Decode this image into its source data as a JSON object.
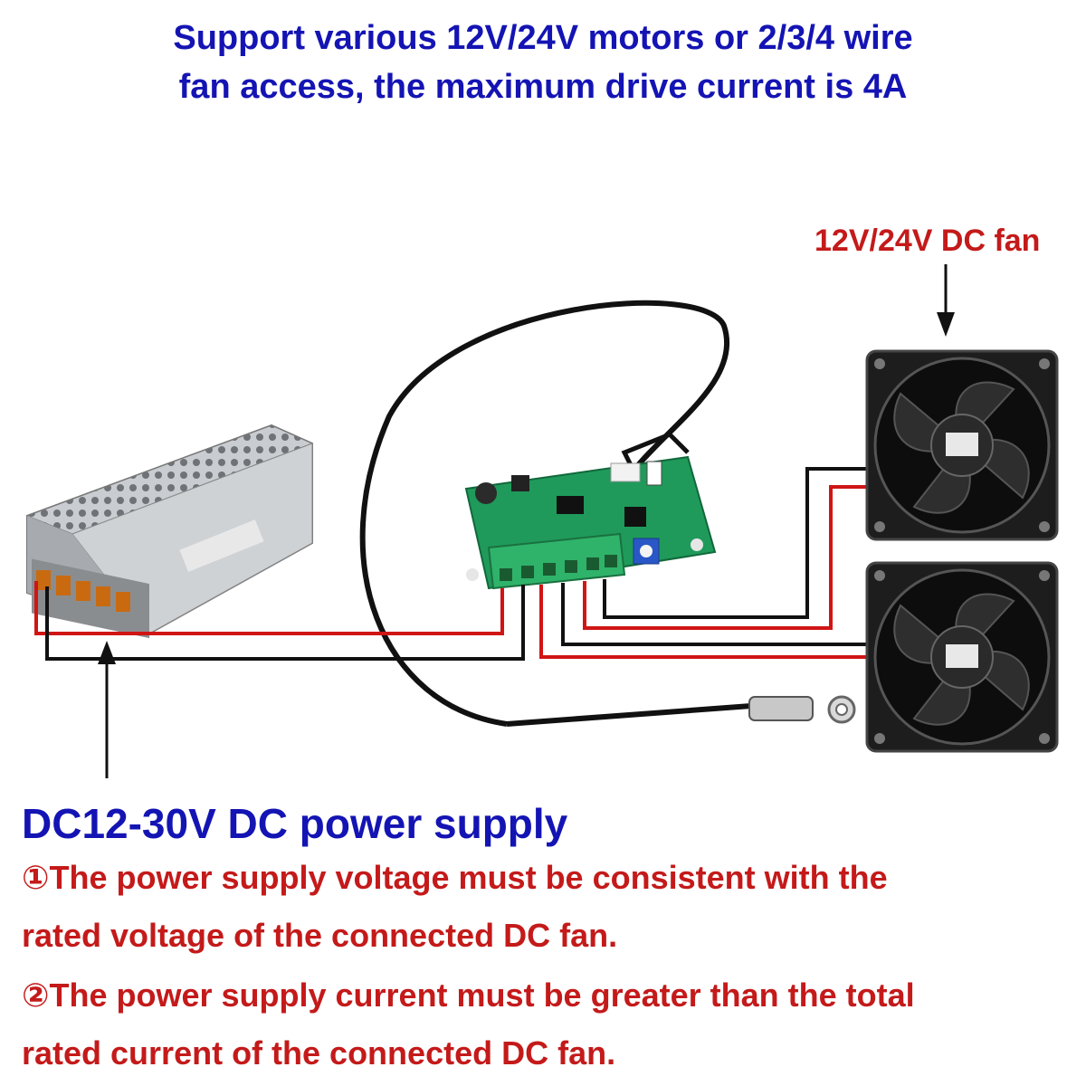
{
  "header": {
    "line1": "Support various 12V/24V motors or 2/3/4 wire",
    "line2": "fan access, the maximum drive current is 4A"
  },
  "labels": {
    "fan": "12V/24V DC fan",
    "power_supply": "DC12-30V DC power supply"
  },
  "notes": {
    "note1_line1": "①The power supply voltage must be consistent with the",
    "note1_line2": "rated voltage of the connected DC fan.",
    "note2_line1": "②The power supply current must be greater than the total",
    "note2_line2": "rated current of the connected DC fan."
  },
  "colors": {
    "heading_blue": "#1414b4",
    "note_red": "#c41a1a",
    "wire_red": "#d01515",
    "wire_black": "#111111",
    "pcb_green": "#1f9a5a",
    "terminal_green": "#2fb36a"
  },
  "icons": {
    "power_supply": "power-supply-icon",
    "controller_board": "pcb-board-icon",
    "fan": "fan-icon",
    "temperature_probe": "temperature-probe-icon"
  }
}
